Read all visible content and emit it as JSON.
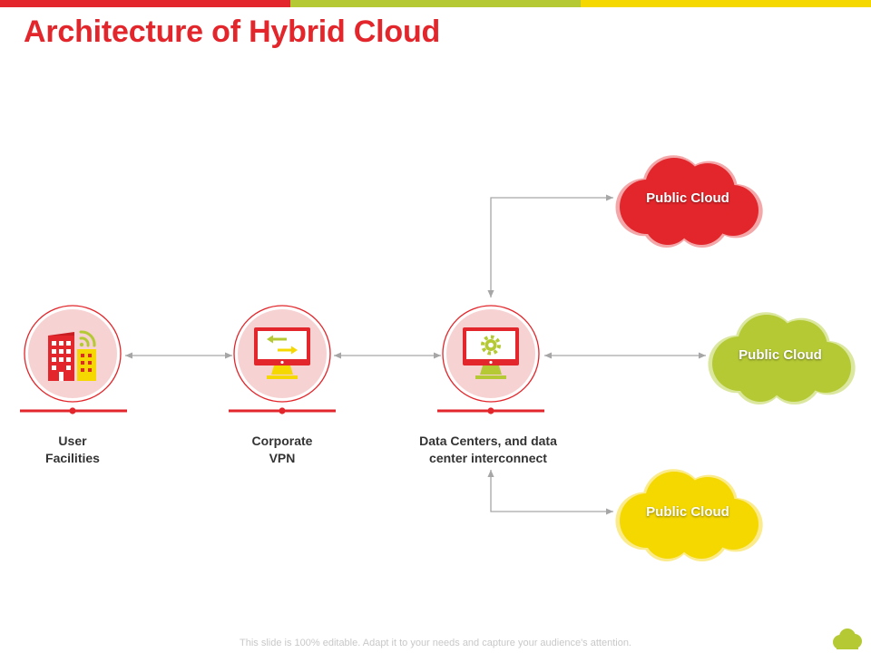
{
  "title": "Architecture of Hybrid Cloud",
  "colors": {
    "red": "#e2262b",
    "green": "#b5c934",
    "yellow": "#f4d800",
    "pink_fill": "#f7d2d3",
    "connector": "#a6a6a6"
  },
  "nodes": [
    {
      "label_line1": "User",
      "label_line2": "Facilities",
      "icon": "building-wifi-icon"
    },
    {
      "label_line1": "Corporate",
      "label_line2": "VPN",
      "icon": "monitor-transfer-icon"
    },
    {
      "label_line1": "Data Centers, and data",
      "label_line2": "center interconnect",
      "icon": "monitor-gear-icon"
    }
  ],
  "clouds": [
    {
      "label": "Public Cloud",
      "color": "red"
    },
    {
      "label": "Public Cloud",
      "color": "green"
    },
    {
      "label": "Public Cloud",
      "color": "yellow"
    }
  ],
  "footer": "This slide is 100% editable. Adapt it to your needs and capture your audience's attention."
}
